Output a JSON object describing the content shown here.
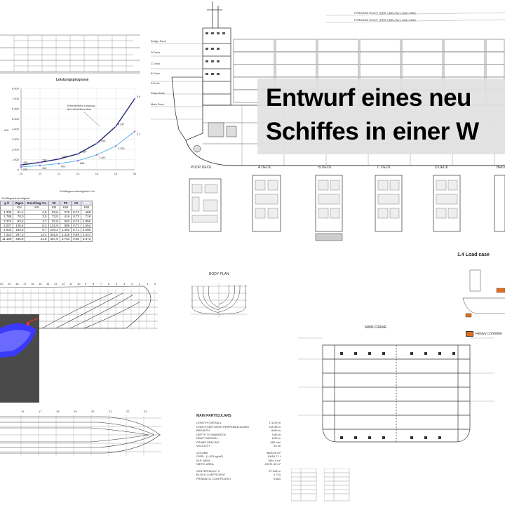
{
  "title": {
    "line1": "Entwurf eines neu",
    "line2": "Schiffes in einer W"
  },
  "chart": {
    "title": "Leistungsprognose",
    "annotation_line1": "Erforderliche Leistung",
    "annotation_line2": "des Antriebsmotors",
    "xlabel": "Schiffsgeschwindigkeit in Kn",
    "ylabel": "KW"
  },
  "chart_data": {
    "type": "line",
    "title": "Leistungsprognose",
    "xlabel": "Schiffsgeschwindigkeit in Kn",
    "ylabel": "KW",
    "x": [
      10,
      11,
      12,
      13,
      14,
      15,
      16
    ],
    "xlim": [
      10,
      16
    ],
    "ylim": [
      0,
      8000
    ],
    "yticks": [
      "0",
      "1.000",
      "2.000",
      "3.000",
      "4.000",
      "5.000",
      "6.000",
      "7.000",
      "8.000"
    ],
    "series": [
      {
        "values": [
          469,
          718,
          1056,
          1554,
          2595,
          4247,
          6973
        ],
        "color": "#1c2a6a",
        "labels": [
          "469",
          "718",
          "1.056",
          "1.554",
          "2.595",
          "4.247",
          "6.973"
        ]
      },
      {
        "values": [
          276,
          416,
          603,
          886,
          1462,
          2328,
          3763
        ],
        "color": "#5ab8e8",
        "labels": [
          "276",
          "416",
          "603",
          "886",
          "1.462",
          "2.328",
          "3.763"
        ]
      }
    ],
    "grid": true
  },
  "table": {
    "caption": "Schiffsgeschwindigkeit",
    "headers": [
      "g fr",
      "Wges",
      "Zuschlag An.",
      "Rt",
      "P0",
      "n0",
      "PM"
    ],
    "units": [
      "",
      "KN",
      "KN",
      "KN",
      "KW",
      "",
      "KW"
    ],
    "rows": [
      [
        "1.302",
        "51,1",
        "2,6",
        "53,6",
        "276",
        "0,74",
        "469"
      ],
      [
        "1.785",
        "70,0",
        "3,5",
        "73,5",
        "416",
        "0,73",
        "718"
      ],
      [
        "2.374",
        "93,2",
        "4,7",
        "97,8",
        "603",
        "0,72",
        "1.056"
      ],
      [
        "3.227",
        "126,6",
        "6,3",
        "132,9",
        "886",
        "0,72",
        "1.554"
      ],
      [
        "4.933",
        "193,5",
        "9,7",
        "203,2",
        "1.462",
        "0,71",
        "2.595"
      ],
      [
        "7.322",
        "287,3",
        "14,4",
        "301,6",
        "2.328",
        "0,69",
        "4.247"
      ],
      [
        "11.159",
        "436,8",
        "21,8",
        "457,6",
        "3.763",
        "0,68",
        "6.973"
      ]
    ]
  },
  "decks": {
    "poop": "POOP DECK",
    "a": "A DECK",
    "b": "B DECK",
    "c": "C DECK",
    "d": "D DECK",
    "bri": "BRID"
  },
  "side_labels": [
    "Bridge Deck",
    "D Deck",
    "C Deck",
    "B Deck",
    "A Deck",
    "Poop Deck",
    "Main Deck"
  ],
  "top_labels": {
    "line1": "FORWARD RIGHT (TIER 4 BELOW LOAD LINE)",
    "line2": "FORWARD RIGHT (TIER 5 BELOW LOAD LINE)"
  },
  "load_case": {
    "heading": "1.4    Load case",
    "legend": "Heavy containe"
  },
  "body_plan_title": "BODY PLAN",
  "main_frame": {
    "title": "MAIN FRAME"
  },
  "particulars": {
    "title": "MAIN PARTICULARS",
    "rows": [
      [
        "LENGTH OVERALL",
        "176.29 m"
      ],
      [
        "LENGTH BETWEEN PERPENDICULARS",
        "159.38 m"
      ],
      [
        "BREADTH",
        "16.80 m"
      ],
      [
        "DEPTH TO MAINDECK",
        "9.85 m"
      ],
      [
        "DRAFT DESIGN",
        "6.50 m"
      ],
      [
        "FRAME SPACING",
        "650 mm"
      ],
      [
        "VELOCITY",
        "15 kn"
      ],
      [
        "VOLUME",
        "9806.28 m³"
      ],
      [
        "DISPL. (1,025 kg/m³)",
        "10051.71 t"
      ],
      [
        "W.P. AREA",
        "1851.9 m²"
      ],
      [
        "WETD. AREA",
        "29371.49 m²"
      ],
      [
        "CENTER BUOY. X",
        "57.006 m"
      ],
      [
        "BLOCK COEFFICIENT",
        "0.724"
      ],
      [
        "PRISMATIC COEFFICIENT",
        "0.803"
      ]
    ]
  },
  "ticks_top": [
    "20",
    "19",
    "18",
    "17",
    "16",
    "15",
    "14",
    "13",
    "12",
    "11",
    "10",
    "9",
    "8",
    "7",
    "6",
    "5",
    "4",
    "3",
    "2",
    "1",
    "0"
  ],
  "ticks_bottom": [
    "16",
    "17",
    "18",
    "19",
    "20",
    "21",
    "22",
    "23"
  ]
}
